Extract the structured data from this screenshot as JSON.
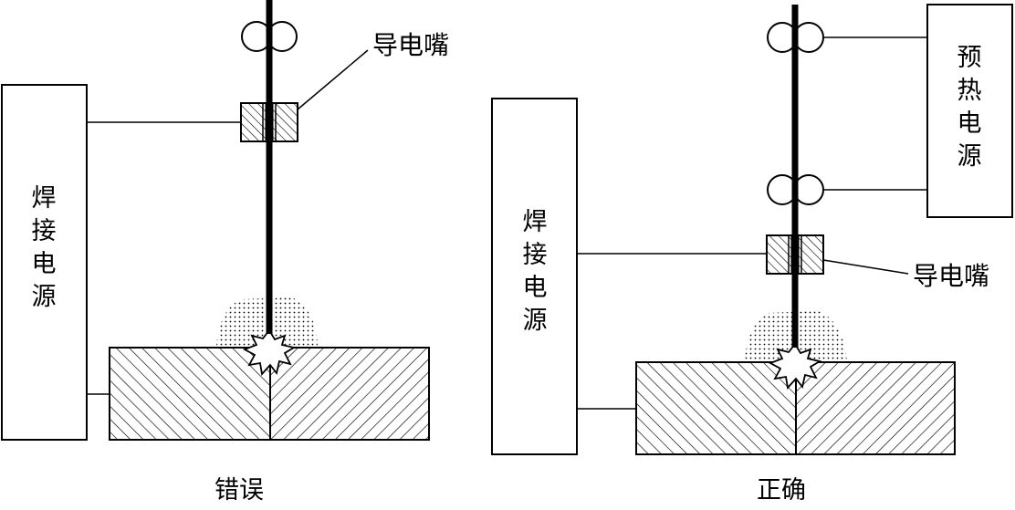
{
  "left_panel": {
    "caption": "错误",
    "power_source_label": [
      "焊",
      "接",
      "电",
      "源"
    ],
    "contact_tip_label": "导电嘴"
  },
  "right_panel": {
    "caption": "正确",
    "power_source_label": [
      "焊",
      "接",
      "电",
      "源"
    ],
    "preheat_source_label": [
      "预",
      "热",
      "电",
      "源"
    ],
    "contact_tip_label": "导电嘴"
  },
  "colors": {
    "line": "#000000",
    "background": "#ffffff"
  }
}
